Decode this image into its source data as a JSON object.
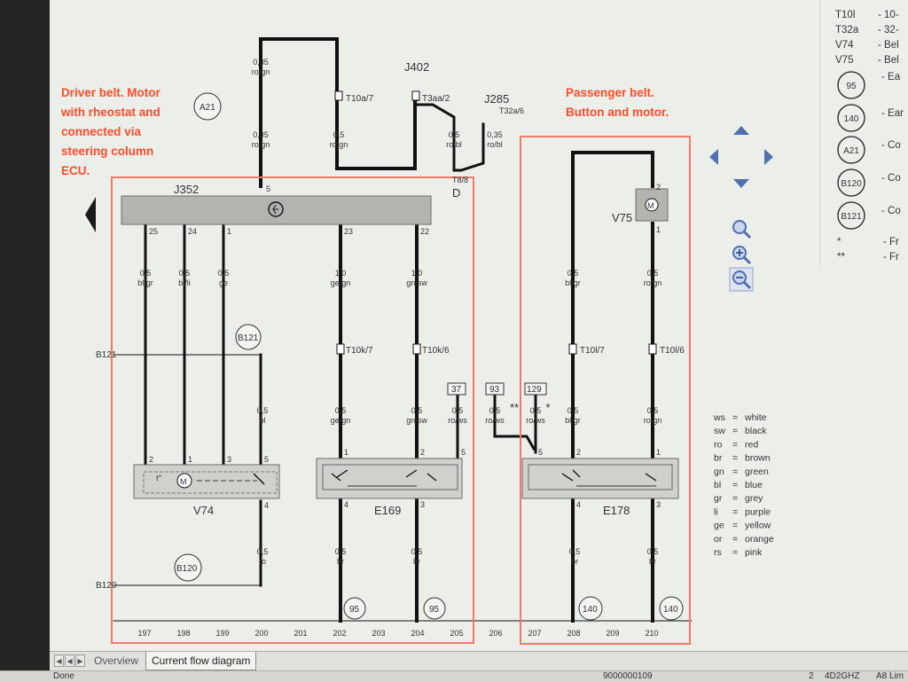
{
  "diagram": {
    "components": {
      "j352": "J352",
      "j402": "J402",
      "j285": "J285",
      "v74": "V74",
      "v75": "V75",
      "e169": "E169",
      "e178": "E178",
      "b121": "B121",
      "b120": "B120",
      "d": "D",
      "a21": "A21",
      "g95a": "95",
      "g95b": "95",
      "g140a": "140",
      "g140b": "140",
      "box37": "37",
      "box93": "93",
      "box129": "129",
      "motor": "M",
      "temp": "t°"
    },
    "connectors": {
      "t10a7": "T10a/7",
      "t3aa2": "T3aa/2",
      "t32a6": "T32a/6",
      "t8_8": "T8/8",
      "t10k7": "T10k/7",
      "t10k6": "T10k/6",
      "t10l7": "T10l/7",
      "t10l6": "T10l/6"
    },
    "wires": {
      "top_left_size": "0,35",
      "top_left_color": "ro/gn",
      "w1_size": "0,35",
      "w1_color": "ro/gn",
      "w2_size": "0,5",
      "w2_color": "ro/gn",
      "w3_size": "0,5",
      "w3_color": "ro/bl",
      "w4_size": "0,35",
      "w4_color": "ro/bl",
      "p25_size": "0,5",
      "p25_color": "bl/gr",
      "p24_size": "0,5",
      "p24_color": "bl/li",
      "p1_size": "0,5",
      "p1_color": "ge",
      "p23_size": "1,0",
      "p23_color": "ge/gn",
      "p22_size": "1,0",
      "p22_color": "gn/sw",
      "b121w_size": "0,5",
      "b121w_color": "bl",
      "p23b_size": "0,5",
      "p23b_color": "ge/gn",
      "p22b_size": "0,5",
      "p22b_color": "gn/sw",
      "p37_size": "0,5",
      "p37_color": "ro/ws",
      "p93_size": "0,5",
      "p93_color": "ro/ws",
      "p93_mark": "**",
      "p129_size": "0,5",
      "p129_color": "ro/ws",
      "p129_mark": "*",
      "r_l1_size": "0,5",
      "r_l1_color": "bl/gr",
      "r_r1_size": "0,5",
      "r_r1_color": "ro/gn",
      "r_l2_size": "0,5",
      "r_l2_color": "bl/gr",
      "r_r2_size": "0,5",
      "r_r2_color": "ro/gn",
      "v74out_size": "0,5",
      "v74out_color": "ro",
      "e169a_size": "0,5",
      "e169a_color": "br",
      "e169b_size": "0,5",
      "e169b_color": "br",
      "e178a_size": "0,5",
      "e178a_color": "br",
      "e178b_size": "0,5",
      "e178b_color": "br"
    },
    "pins": {
      "p5": "5",
      "p25": "25",
      "p24": "24",
      "p1": "1",
      "p23": "23",
      "p22": "22",
      "v74_2": "2",
      "v74_1": "1",
      "v74_3": "3",
      "v74_5": "5",
      "v74_4": "4",
      "e169_1": "1",
      "e169_2": "2",
      "e169_5": "5",
      "e169_4": "4",
      "e169_3": "3",
      "e178_5": "5",
      "e178_2": "2",
      "e178_1": "1",
      "e178_4": "4",
      "e178_3": "3",
      "v75_2": "2",
      "v75_1": "1"
    },
    "bus_numbers": [
      "197",
      "198",
      "199",
      "200",
      "201",
      "202",
      "203",
      "204",
      "205",
      "206",
      "207",
      "208",
      "209",
      "210"
    ]
  },
  "annotations": {
    "driver": [
      "Driver belt. Motor",
      "with rheostat and",
      "connected via",
      "steering column",
      "ECU."
    ],
    "passenger": [
      "Passenger belt.",
      "Button and motor."
    ]
  },
  "legend_colors": [
    {
      "code": "ws",
      "name": "white"
    },
    {
      "code": "sw",
      "name": "black"
    },
    {
      "code": "ro",
      "name": "red"
    },
    {
      "code": "br",
      "name": "brown"
    },
    {
      "code": "gn",
      "name": "green"
    },
    {
      "code": "bl",
      "name": "blue"
    },
    {
      "code": "gr",
      "name": "grey"
    },
    {
      "code": "li",
      "name": "purple"
    },
    {
      "code": "ge",
      "name": "yellow"
    },
    {
      "code": "or",
      "name": "orange"
    },
    {
      "code": "rs",
      "name": "pink"
    }
  ],
  "side_legend": {
    "rows": [
      {
        "key": "T10l",
        "desc": "- 10-"
      },
      {
        "key": "T32a",
        "desc": "- 32-"
      },
      {
        "key": "V74",
        "desc": "- Bel"
      },
      {
        "key": "V75",
        "desc": "- Bel"
      }
    ],
    "circles": [
      {
        "key": "95",
        "desc": "- Ea"
      },
      {
        "key": "140",
        "desc": "- Ear"
      },
      {
        "key": "A21",
        "desc": "- Co"
      },
      {
        "key": "B120",
        "desc": "- Co"
      },
      {
        "key": "B121",
        "desc": "- Co"
      }
    ],
    "marks": [
      {
        "key": "*",
        "desc": "- Fr"
      },
      {
        "key": "**",
        "desc": "- Fr"
      }
    ]
  },
  "tabs": {
    "overview": "Overview",
    "flow": "Current flow diagram"
  },
  "status": {
    "left": "Done",
    "center": "9000000109",
    "right_num": "2",
    "right_code": "4D2GHZ",
    "right_model": "A8 Lim"
  },
  "colors": {
    "annotation": "#ff4a2a",
    "highlight_box": "#f07a66",
    "control_unit": "#b3b4b0",
    "nav": "#4f6fb0"
  }
}
